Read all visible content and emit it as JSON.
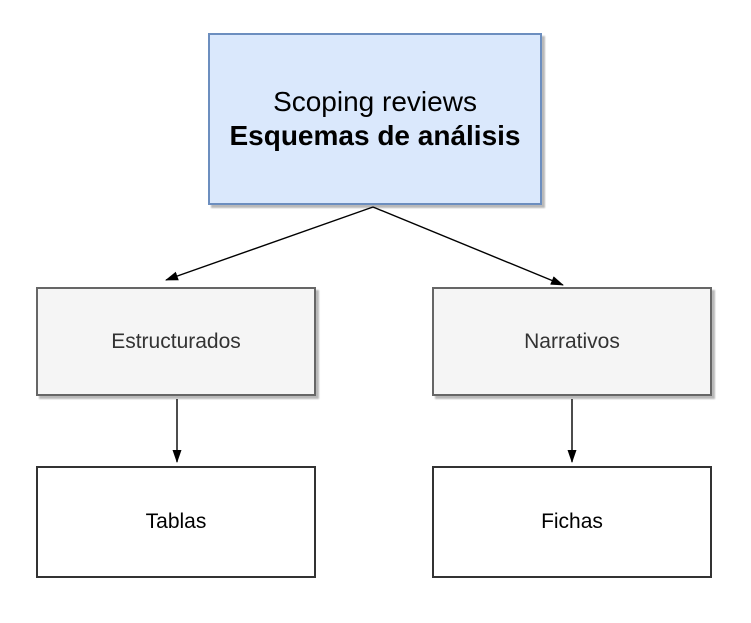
{
  "diagram": {
    "type": "flowchart",
    "nodes": {
      "root": {
        "line1": "Scoping reviews",
        "line2": "Esquemas de análisis"
      },
      "estructurados": {
        "label": "Estructurados"
      },
      "narrativos": {
        "label": "Narrativos"
      },
      "tablas": {
        "label": "Tablas"
      },
      "fichas": {
        "label": "Fichas"
      }
    },
    "edges": [
      {
        "from": "root",
        "to": "estructurados",
        "arrow": "end"
      },
      {
        "from": "root",
        "to": "narrativos",
        "arrow": "end"
      },
      {
        "from": "estructurados",
        "to": "tablas",
        "arrow": "end"
      },
      {
        "from": "narrativos",
        "to": "fichas",
        "arrow": "end"
      }
    ],
    "colors": {
      "background": "#ffffff",
      "root_fill": "#dae8fc",
      "root_border": "#6c8ebf",
      "root_text": "#000000",
      "branch_fill": "#f5f5f5",
      "branch_border": "#666666",
      "branch_text": "#333333",
      "leaf_fill": "#ffffff",
      "leaf_border": "#333333",
      "leaf_text": "#000000",
      "arrow": "#000000"
    }
  }
}
